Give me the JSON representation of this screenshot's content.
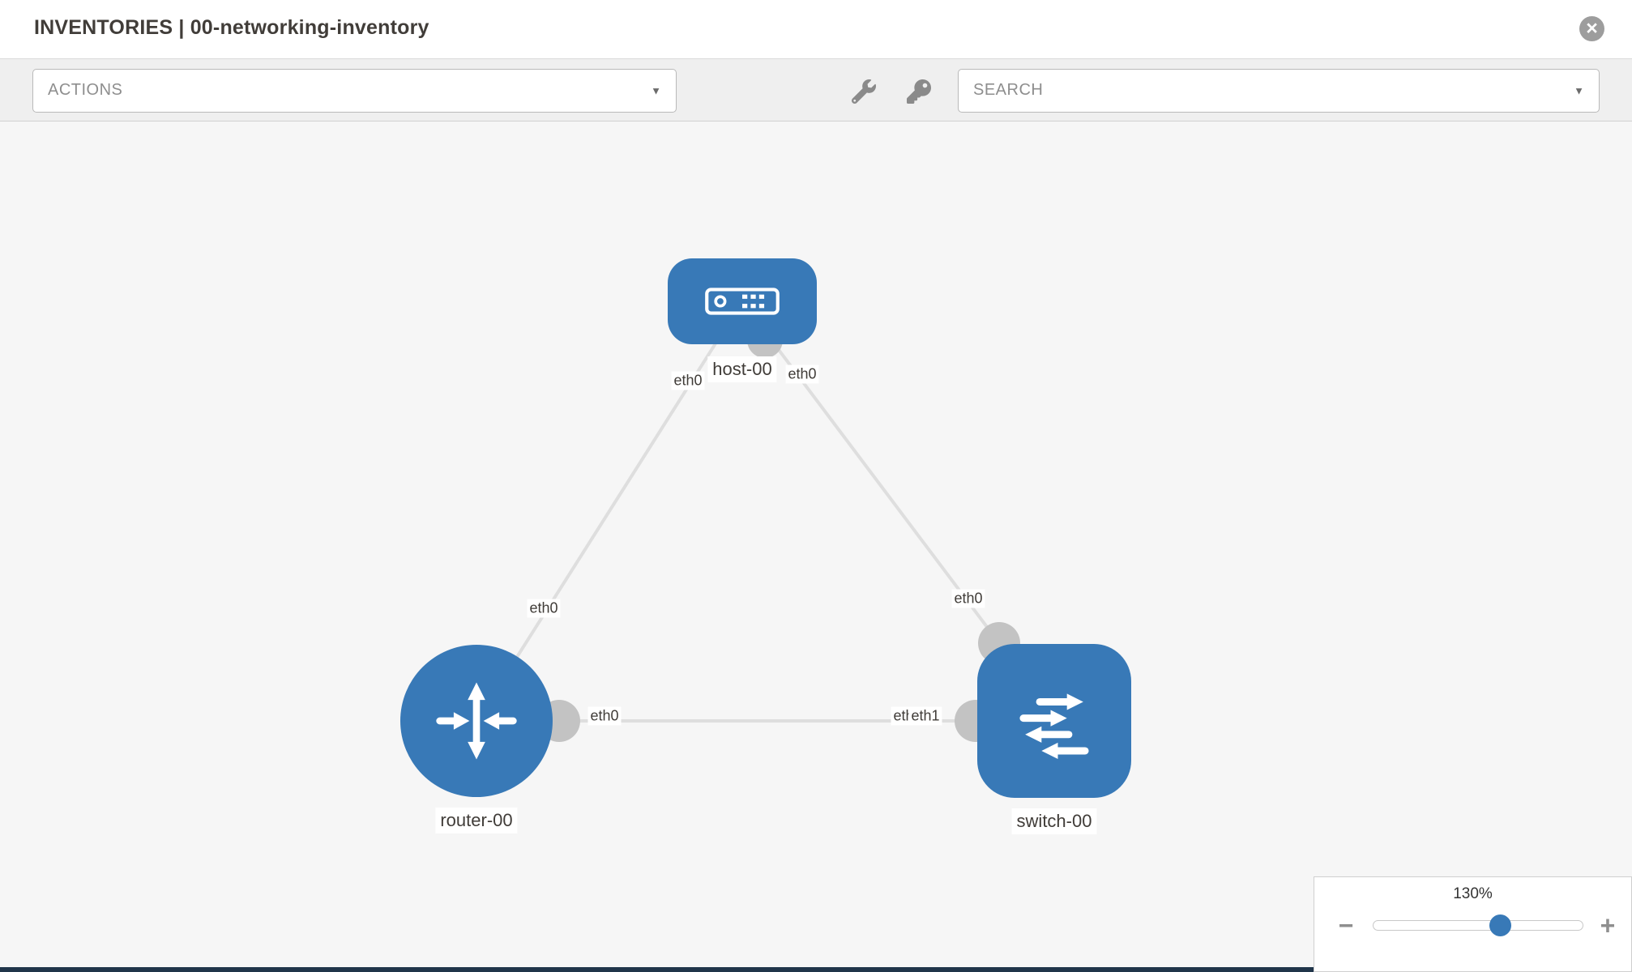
{
  "header": {
    "title": "INVENTORIES | 00-networking-inventory"
  },
  "toolbar": {
    "actions_label": "ACTIONS",
    "search_label": "SEARCH"
  },
  "icons": {
    "chevron_down": "▼",
    "close": "×",
    "minus": "−",
    "plus": "+"
  },
  "topology": {
    "nodes": [
      {
        "id": "host-00",
        "type": "host",
        "label": "host-00"
      },
      {
        "id": "router-00",
        "type": "router",
        "label": "router-00"
      },
      {
        "id": "switch-00",
        "type": "switch",
        "label": "switch-00"
      }
    ],
    "links": [
      {
        "source": "host-00",
        "target": "router-00",
        "source_label": "eth0",
        "target_label": "eth0"
      },
      {
        "source": "host-00",
        "target": "switch-00",
        "source_label": "eth0",
        "target_label": "eth0"
      },
      {
        "source": "router-00",
        "target": "switch-00",
        "source_label": "eth0",
        "target_labels": [
          "eth0",
          "eth1"
        ]
      }
    ]
  },
  "zoom": {
    "level": "130%"
  },
  "colors": {
    "node_blue": "#3879b7",
    "link_gray": "#dedede",
    "interface_gray": "#c3c3c3",
    "canvas_bg": "#f6f6f6",
    "footer_bar": "#20354a"
  }
}
